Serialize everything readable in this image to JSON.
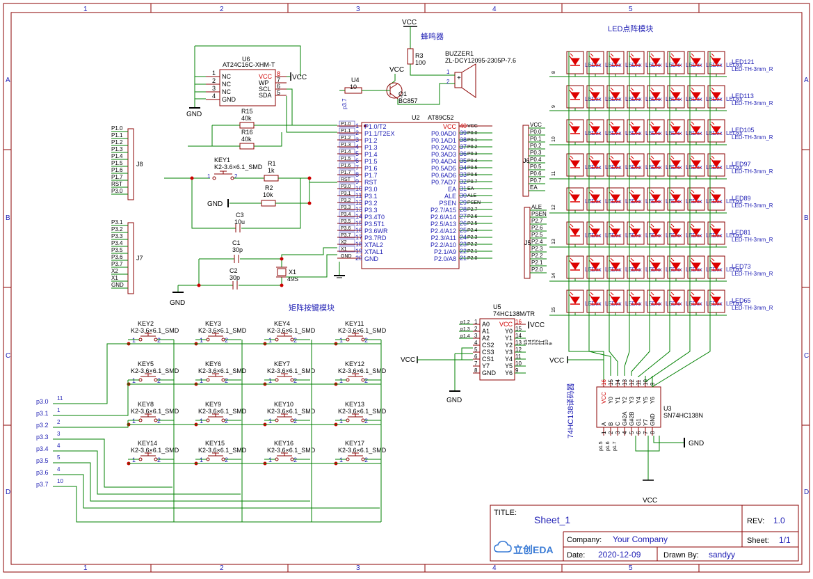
{
  "frame": {
    "col_labels": [
      "1",
      "2",
      "3",
      "4",
      "5"
    ],
    "row_labels": [
      "A",
      "B",
      "C",
      "D"
    ]
  },
  "title_block": {
    "title_label": "TITLE:",
    "title": "Sheet_1",
    "rev_label": "REV:",
    "rev": "1.0",
    "company_label": "Company:",
    "company": "Your Company",
    "sheet_label": "Sheet:",
    "sheet": "1/1",
    "date_label": "Date:",
    "date": "2020-12-09",
    "drawn_label": "Drawn By:",
    "drawn_by": "sandyy",
    "logo": "立创EDA"
  },
  "sections": {
    "buzzer": "蜂鸣器",
    "led_matrix": "LED点阵模块",
    "keypad": "矩阵按键模块",
    "decoder": "74HC138译码器"
  },
  "power": {
    "vcc": "VCC",
    "gnd": "GND"
  },
  "u6": {
    "ref": "U6",
    "part": "AT24C16C-XHM-T",
    "left_pins": [
      {
        "n": "1",
        "name": "NC"
      },
      {
        "n": "2",
        "name": "NC"
      },
      {
        "n": "3",
        "name": "NC"
      },
      {
        "n": "4",
        "name": "GND"
      }
    ],
    "right_pins": [
      {
        "n": "8",
        "name": "VCC"
      },
      {
        "n": "7",
        "name": "WP"
      },
      {
        "n": "6",
        "name": "SCL"
      },
      {
        "n": "5",
        "name": "SDA"
      }
    ]
  },
  "u2": {
    "ref": "U2",
    "part": "AT89C52",
    "left_pins": [
      {
        "n": "1",
        "name": "P1.0/T2",
        "net": "P1.0"
      },
      {
        "n": "2",
        "name": "P1.1/T2EX",
        "net": "P1.1"
      },
      {
        "n": "3",
        "name": "P1.2",
        "net": "P1.2"
      },
      {
        "n": "4",
        "name": "P1.3",
        "net": "P1.3"
      },
      {
        "n": "5",
        "name": "P1.4",
        "net": "P1.4"
      },
      {
        "n": "6",
        "name": "P1.5",
        "net": "P1.5"
      },
      {
        "n": "7",
        "name": "P1.6",
        "net": "P1.6"
      },
      {
        "n": "8",
        "name": "P1.7",
        "net": "P1.7"
      },
      {
        "n": "9",
        "name": "RST",
        "net": "RST"
      },
      {
        "n": "10",
        "name": "P3.0",
        "net": "P3.0"
      },
      {
        "n": "11",
        "name": "P3.1",
        "net": "P3.1"
      },
      {
        "n": "12",
        "name": "P3.2",
        "net": "P3.2"
      },
      {
        "n": "13",
        "name": "P3.3",
        "net": "P3.3"
      },
      {
        "n": "14",
        "name": "P3.4T0",
        "net": "P3.4"
      },
      {
        "n": "15",
        "name": "P3.5T1",
        "net": "P3.5"
      },
      {
        "n": "16",
        "name": "P3.6WR",
        "net": "P3.6"
      },
      {
        "n": "17",
        "name": "P3.7RD",
        "net": "P3.7"
      },
      {
        "n": "18",
        "name": "XTAL2",
        "net": "X2"
      },
      {
        "n": "19",
        "name": "XTAL1",
        "net": "X1"
      },
      {
        "n": "20",
        "name": "GND",
        "net": "GND"
      }
    ],
    "right_pins": [
      {
        "n": "40",
        "name": "VCC",
        "net": "VCC"
      },
      {
        "n": "39",
        "name": "P0.0AD0",
        "net": "P0.0"
      },
      {
        "n": "38",
        "name": "P0.1AD1",
        "net": "P0.1"
      },
      {
        "n": "37",
        "name": "P0.2AD2",
        "net": "P0.2"
      },
      {
        "n": "36",
        "name": "P0.3AD3",
        "net": "P0.3"
      },
      {
        "n": "35",
        "name": "P0.4AD4",
        "net": "P0.4"
      },
      {
        "n": "34",
        "name": "P0.5AD5",
        "net": "P0.5"
      },
      {
        "n": "33",
        "name": "P0.6AD6",
        "net": "P0.6"
      },
      {
        "n": "32",
        "name": "P0.7AD7",
        "net": "P0.7"
      },
      {
        "n": "31",
        "name": "EA",
        "net": "EA"
      },
      {
        "n": "30",
        "name": "ALE",
        "net": "ALE"
      },
      {
        "n": "29",
        "name": "PSEN",
        "net": "PSEN"
      },
      {
        "n": "28",
        "name": "P2.7/A15",
        "net": "P2.7"
      },
      {
        "n": "27",
        "name": "P2.6/A14",
        "net": "P2.6"
      },
      {
        "n": "26",
        "name": "P2.5/A13",
        "net": "P2.5"
      },
      {
        "n": "25",
        "name": "P2.4/A12",
        "net": "P2.4"
      },
      {
        "n": "24",
        "name": "P2.3/A11",
        "net": "P2.3"
      },
      {
        "n": "23",
        "name": "P2.2/A10",
        "net": "P2.2"
      },
      {
        "n": "22",
        "name": "P2.1/A9",
        "net": "P2.1"
      },
      {
        "n": "21",
        "name": "P2.0/A8",
        "net": "P2.0"
      }
    ]
  },
  "j8": {
    "ref": "J8",
    "nets": [
      "P1.0",
      "P1.1",
      "P1.2",
      "P1.3",
      "P1.4",
      "P1.5",
      "P1.6",
      "P1.7",
      "RST",
      "P3.0"
    ]
  },
  "j7": {
    "ref": "J7",
    "nets": [
      "P3.1",
      "P3.2",
      "P3.3",
      "P3.4",
      "P3.5",
      "P3.6",
      "P3.7",
      "X2",
      "X1",
      "GND"
    ]
  },
  "j6": {
    "ref": "J6",
    "nets": [
      "VCC",
      "P0.0",
      "P0.1",
      "P0.2",
      "P0.3",
      "P0.4",
      "P0.5",
      "P0.6",
      "P0.7",
      "EA"
    ]
  },
  "j5": {
    "ref": "J5",
    "nets": [
      "ALE",
      "PSEN",
      "P2.7",
      "P2.6",
      "P2.5",
      "P2.4",
      "P2.3",
      "P2.2",
      "P2.1",
      "P2.0"
    ]
  },
  "passives": {
    "r15": {
      "ref": "R15",
      "value": "40k"
    },
    "r16": {
      "ref": "R16",
      "value": "40k"
    },
    "r1": {
      "ref": "R1",
      "value": "1k"
    },
    "r2": {
      "ref": "R2",
      "value": "10k"
    },
    "r3": {
      "ref": "R3",
      "value": "100"
    },
    "r4": {
      "ref": "U4",
      "value": "10"
    },
    "c3": {
      "ref": "C3",
      "value": "10u"
    },
    "c1": {
      "ref": "C1",
      "value": "30p"
    },
    "c2": {
      "ref": "C2",
      "value": "30p"
    },
    "x1": {
      "ref": "X1",
      "value": "49S"
    },
    "q1": {
      "ref": "Q1",
      "value": "BC857"
    },
    "buzzer": {
      "ref": "BUZZER1",
      "value": "ZL-DCY12095-2305P-7.6"
    },
    "key1": {
      "ref": "KEY1",
      "value": "K2-3.6×6.1_SMD"
    },
    "q1_base_net": "p3.7"
  },
  "u5": {
    "ref": "U5",
    "part": "74HC138M/TR",
    "left_pins": [
      {
        "n": "1",
        "name": "A0",
        "net": "p1.2"
      },
      {
        "n": "2",
        "name": "A1",
        "net": "p1.3"
      },
      {
        "n": "3",
        "name": "A2",
        "net": "p1.4"
      },
      {
        "n": "4",
        "name": "CS2"
      },
      {
        "n": "5",
        "name": "CS3"
      },
      {
        "n": "6",
        "name": "CS1"
      },
      {
        "n": "7",
        "name": "Y7"
      },
      {
        "n": "8",
        "name": "GND"
      }
    ],
    "right_pins": [
      {
        "n": "16",
        "name": "VCC"
      },
      {
        "n": "15",
        "name": "Y0"
      },
      {
        "n": "14",
        "name": "Y1"
      },
      {
        "n": "13",
        "name": "Y2"
      },
      {
        "n": "12",
        "name": "Y3"
      },
      {
        "n": "11",
        "name": "Y4"
      },
      {
        "n": "10",
        "name": "Y5"
      },
      {
        "n": "9",
        "name": "Y6"
      }
    ],
    "right_nets": [
      "15",
      "14",
      "13",
      "12",
      "11",
      "10",
      "9"
    ]
  },
  "u3": {
    "ref": "U3",
    "part": "SN74HC138N",
    "top_pins": [
      {
        "n": "16",
        "name": "VCC"
      },
      {
        "n": "15",
        "name": "Y0"
      },
      {
        "n": "14",
        "name": "Y1"
      },
      {
        "n": "13",
        "name": "Y2"
      },
      {
        "n": "12",
        "name": "Y3"
      },
      {
        "n": "11",
        "name": "Y4"
      },
      {
        "n": "10",
        "name": "Y5"
      },
      {
        "n": "9",
        "name": "Y6"
      }
    ],
    "bottom_pins": [
      {
        "n": "1",
        "name": "A"
      },
      {
        "n": "2",
        "name": "B"
      },
      {
        "n": "3",
        "name": "C"
      },
      {
        "n": "4",
        "name": "G#2A"
      },
      {
        "n": "5",
        "name": "G#2B"
      },
      {
        "n": "6",
        "name": "G1"
      },
      {
        "n": "7",
        "name": "Y7"
      },
      {
        "n": "8",
        "name": "GND"
      }
    ],
    "input_nets": [
      "p1.5",
      "p1.6",
      "p1.7"
    ]
  },
  "led_matrix": {
    "row_nets": [
      "8",
      "9",
      "10",
      "11",
      "12",
      "13",
      "14",
      "15"
    ],
    "row_labels": [
      "LED121",
      "LED113",
      "LED105",
      "LED97",
      "LED89",
      "LED81",
      "LED73",
      "LED65"
    ],
    "overlap_text": "LEDxx",
    "part": "LED-TH-3mm_R"
  },
  "keypad": {
    "keys": [
      [
        "KEY2",
        "KEY3",
        "KEY4",
        "KEY11"
      ],
      [
        "KEY5",
        "KEY6",
        "KEY7",
        "KEY12"
      ],
      [
        "KEY8",
        "KEY9",
        "KEY10",
        "KEY13"
      ],
      [
        "KEY14",
        "KEY15",
        "KEY16",
        "KEY17"
      ]
    ],
    "part": "K2-3.6×6.1_SMD",
    "pin1": "1",
    "pin2": "2",
    "nets": [
      {
        "name": "p3.0",
        "num": "11"
      },
      {
        "name": "p3.1",
        "num": "1"
      },
      {
        "name": "p3.2",
        "num": "2"
      },
      {
        "name": "p3.3",
        "num": "3"
      },
      {
        "name": "p3.4",
        "num": "4"
      },
      {
        "name": "p3.5",
        "num": "5"
      },
      {
        "name": "p3.6",
        "num": "4"
      },
      {
        "name": "p3.7",
        "num": "10"
      }
    ]
  },
  "colors": {
    "wire": "#008000",
    "body": "#8b0000",
    "text": "#1e1eb4",
    "led": "#dd0000"
  }
}
